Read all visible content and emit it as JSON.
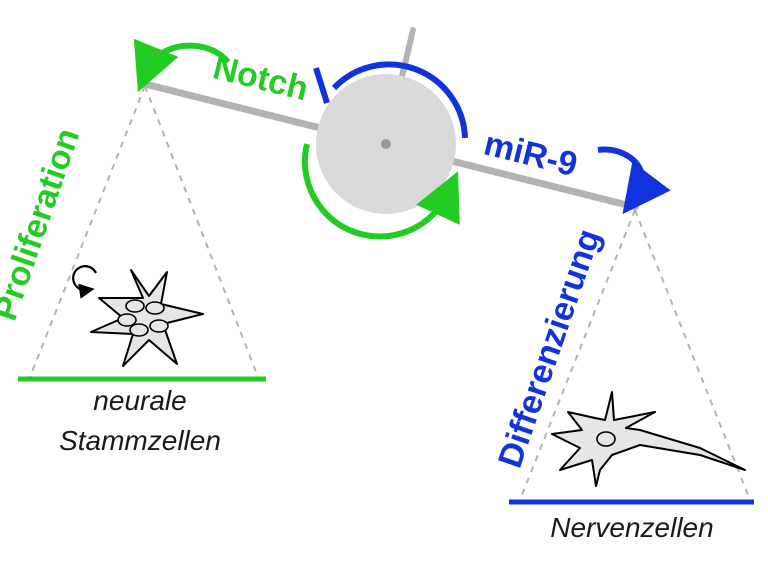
{
  "colors": {
    "notch": "#22cc22",
    "mir9": "#1133dd",
    "beam": "#b3b3b3",
    "hub": "#d9d9d9",
    "dashed": "#b3b3b3",
    "cell_fill": "#e6e6e6",
    "text": "#1a1a1a"
  },
  "signals": {
    "notch": "Notch",
    "mir9": "miR-9"
  },
  "left_pan": {
    "process": "Proliferation",
    "cell_type_line1": "neurale",
    "cell_type_line2": "Stammzellen"
  },
  "right_pan": {
    "process": "Differenzierung",
    "cell_type": "Nervenzellen"
  },
  "icons": {
    "stem_cell": "neural-stem-cell-cluster-icon",
    "neuron": "neuron-icon",
    "cycle": "self-renewal-arrow-icon"
  }
}
